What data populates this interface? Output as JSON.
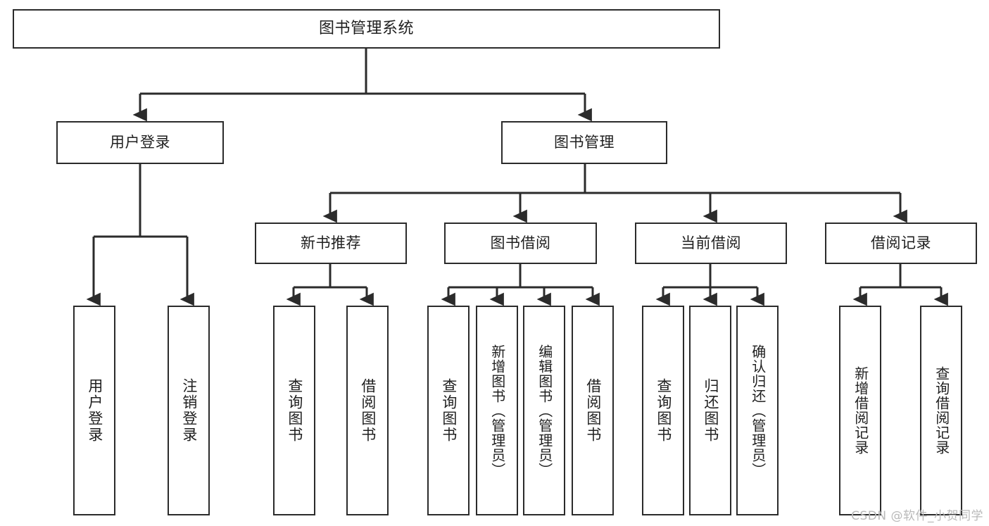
{
  "diagram": {
    "title": "图书管理系统",
    "type": "tree",
    "watermark": "CSDN @软件_小贺同学",
    "colors": {
      "stroke": "#2b2b2b",
      "fill": "#ffffff",
      "text": "#1f1f1f",
      "watermark": "#b9b9b9"
    },
    "root": {
      "label": "图书管理系统"
    },
    "level2": [
      {
        "label": "用户登录"
      },
      {
        "label": "图书管理"
      }
    ],
    "level3": [
      {
        "label": "新书推荐"
      },
      {
        "label": "图书借阅"
      },
      {
        "label": "当前借阅"
      },
      {
        "label": "借阅记录"
      }
    ],
    "leaves": {
      "user_login": [
        {
          "label": "用户登录"
        },
        {
          "label": "注销登录"
        }
      ],
      "new_book": [
        {
          "label": "查询图书"
        },
        {
          "label": "借阅图书"
        }
      ],
      "borrow": [
        {
          "label": "查询图书"
        },
        {
          "label": "新增图书（管理员）"
        },
        {
          "label": "编辑图书（管理员）"
        },
        {
          "label": "借阅图书"
        }
      ],
      "current": [
        {
          "label": "查询图书"
        },
        {
          "label": "归还图书"
        },
        {
          "label": "确认归还（管理员）"
        }
      ],
      "records": [
        {
          "label": "新增借阅记录"
        },
        {
          "label": "查询借阅记录"
        }
      ]
    }
  }
}
